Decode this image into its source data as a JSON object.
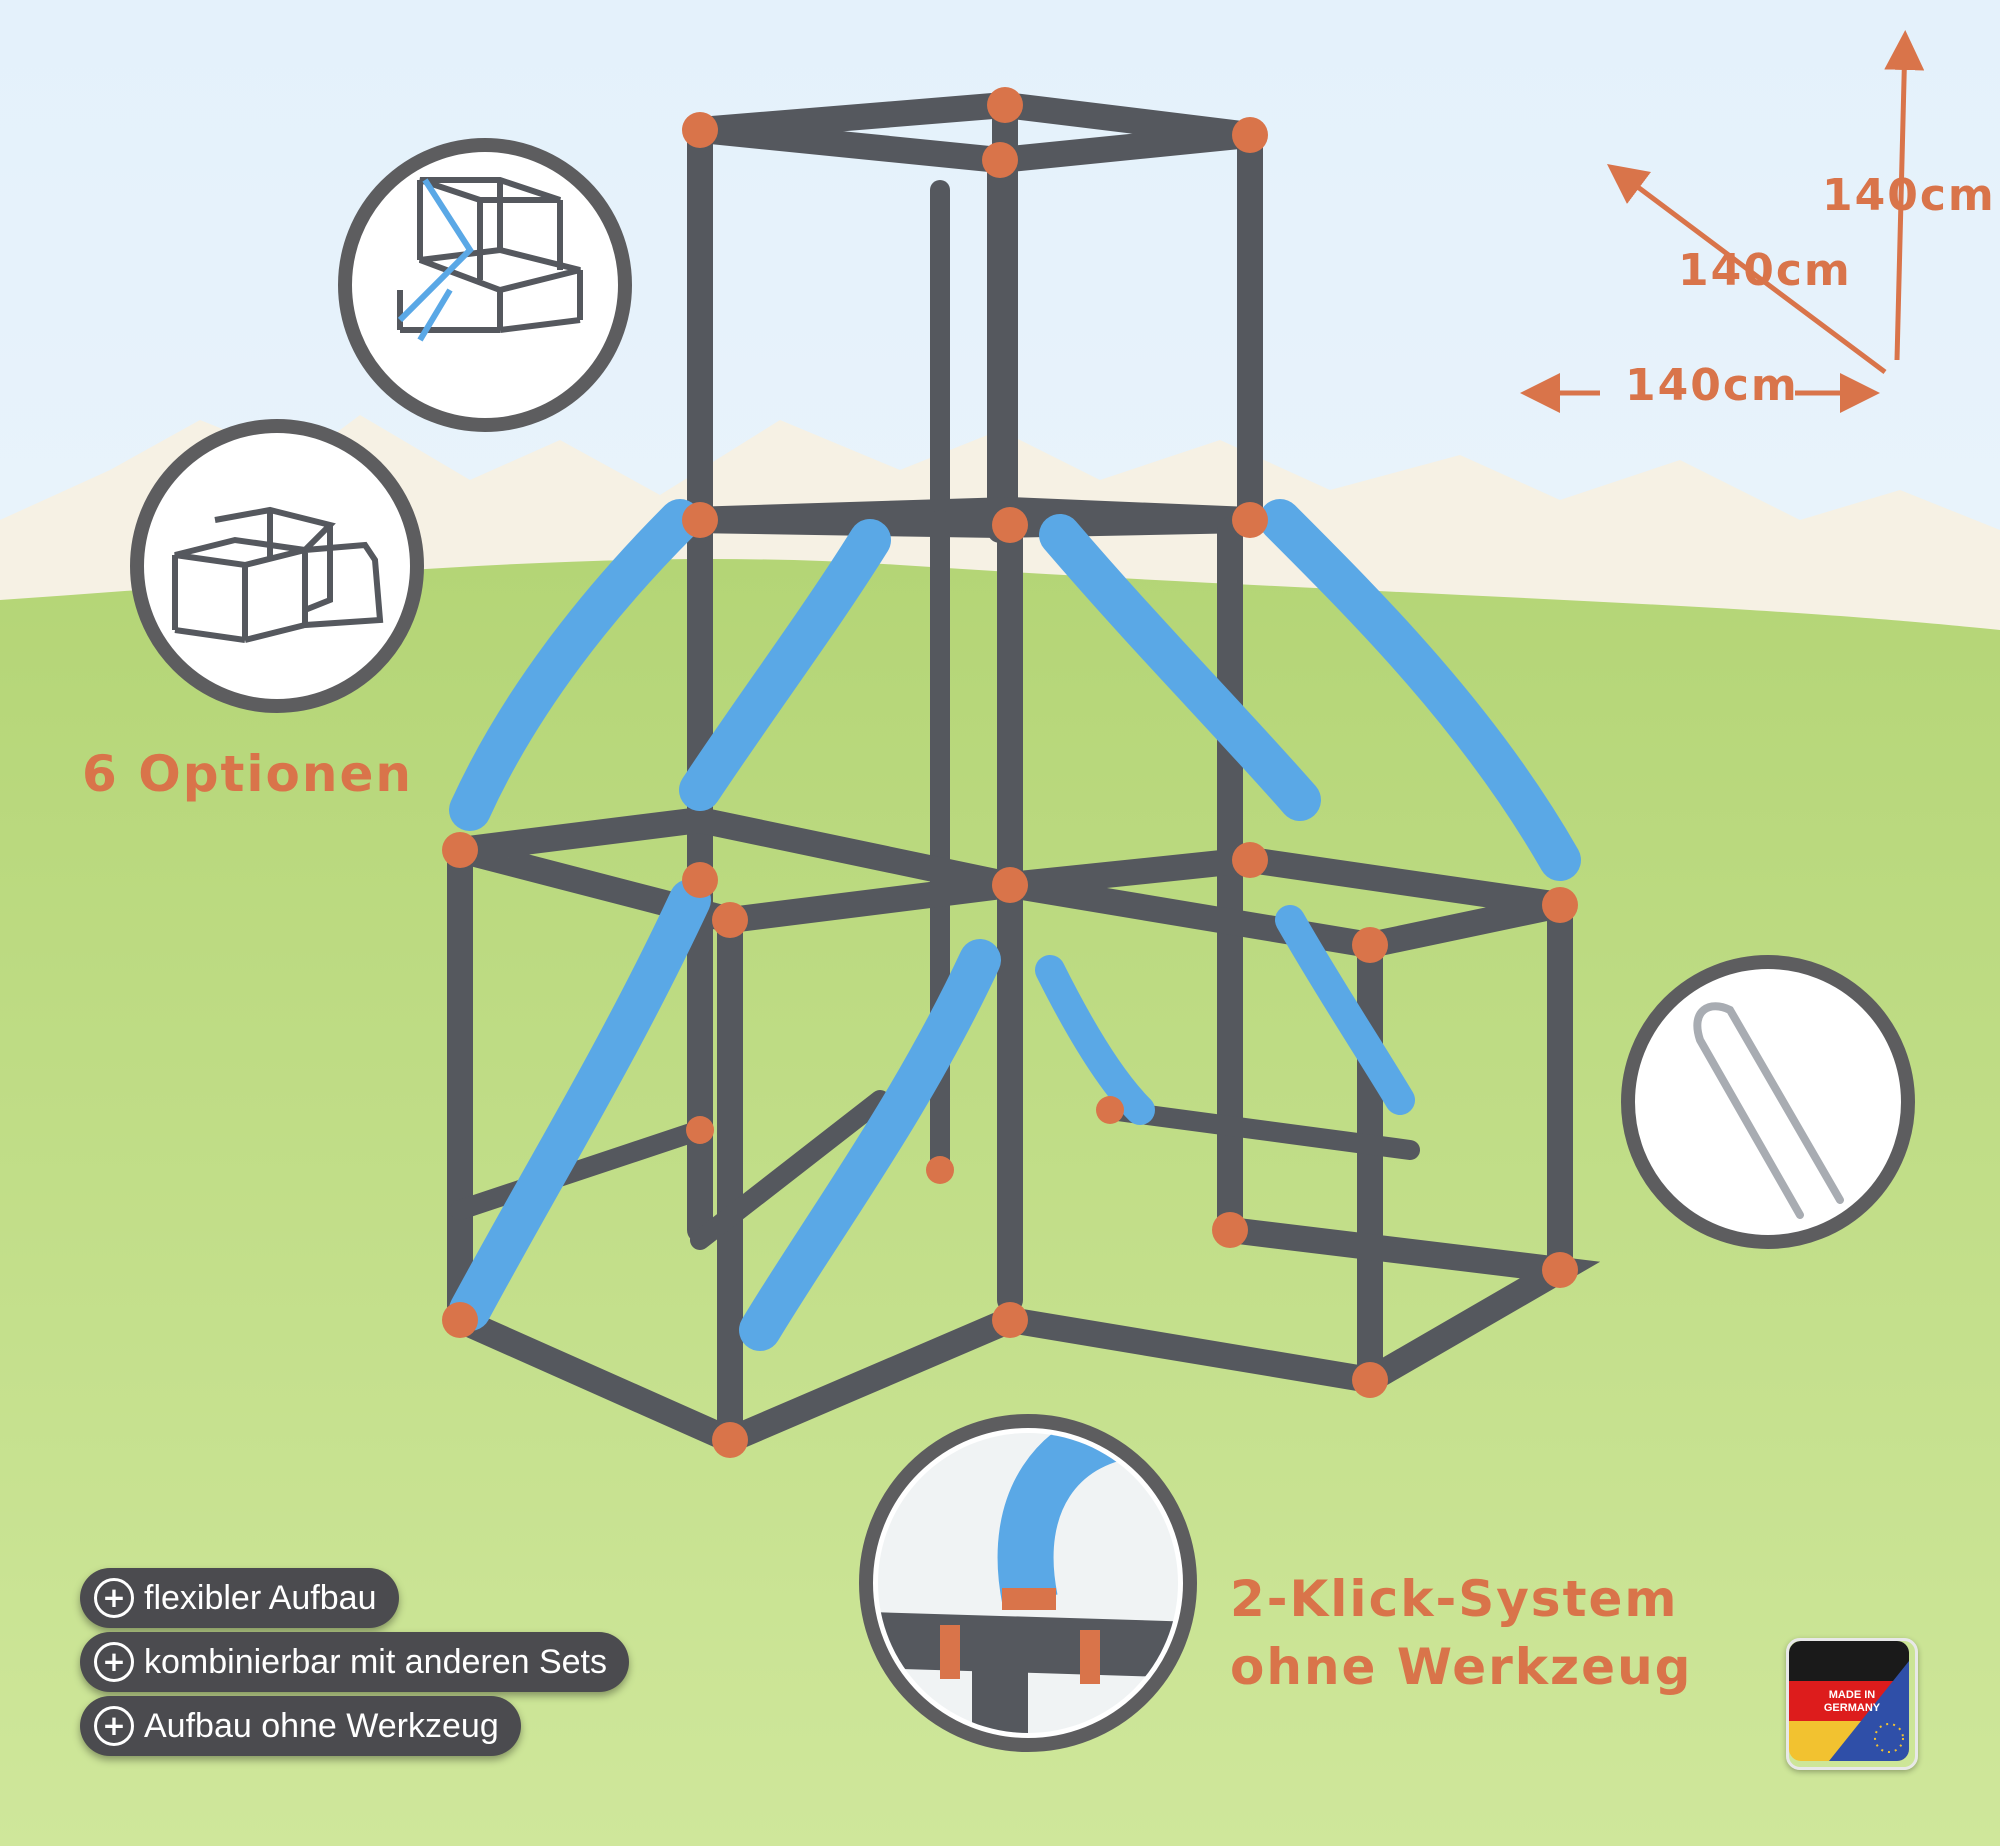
{
  "dimensions": {
    "height": "140cm",
    "depth": "140cm",
    "width": "140cm"
  },
  "options_label": "6 Optionen",
  "click_system": {
    "line1": "2-Klick-System",
    "line2": "ohne Werkzeug"
  },
  "features": [
    "flexibler Aufbau",
    "kombinierbar mit anderen Sets",
    "Aufbau ohne Werkzeug"
  ],
  "badge": {
    "line1": "MADE IN",
    "line2": "GERMANY"
  },
  "colors": {
    "sky": "#e9f4fb",
    "mountains": "#f6f1e4",
    "grass": "#c6e08c",
    "frame_gray": "#55585e",
    "slide_blue": "#5aa8e6",
    "connector_orange": "#d9744a",
    "text_orange": "#d9744a"
  },
  "icons": [
    "plus-circle-icon",
    "dimension-arrow-icon"
  ]
}
